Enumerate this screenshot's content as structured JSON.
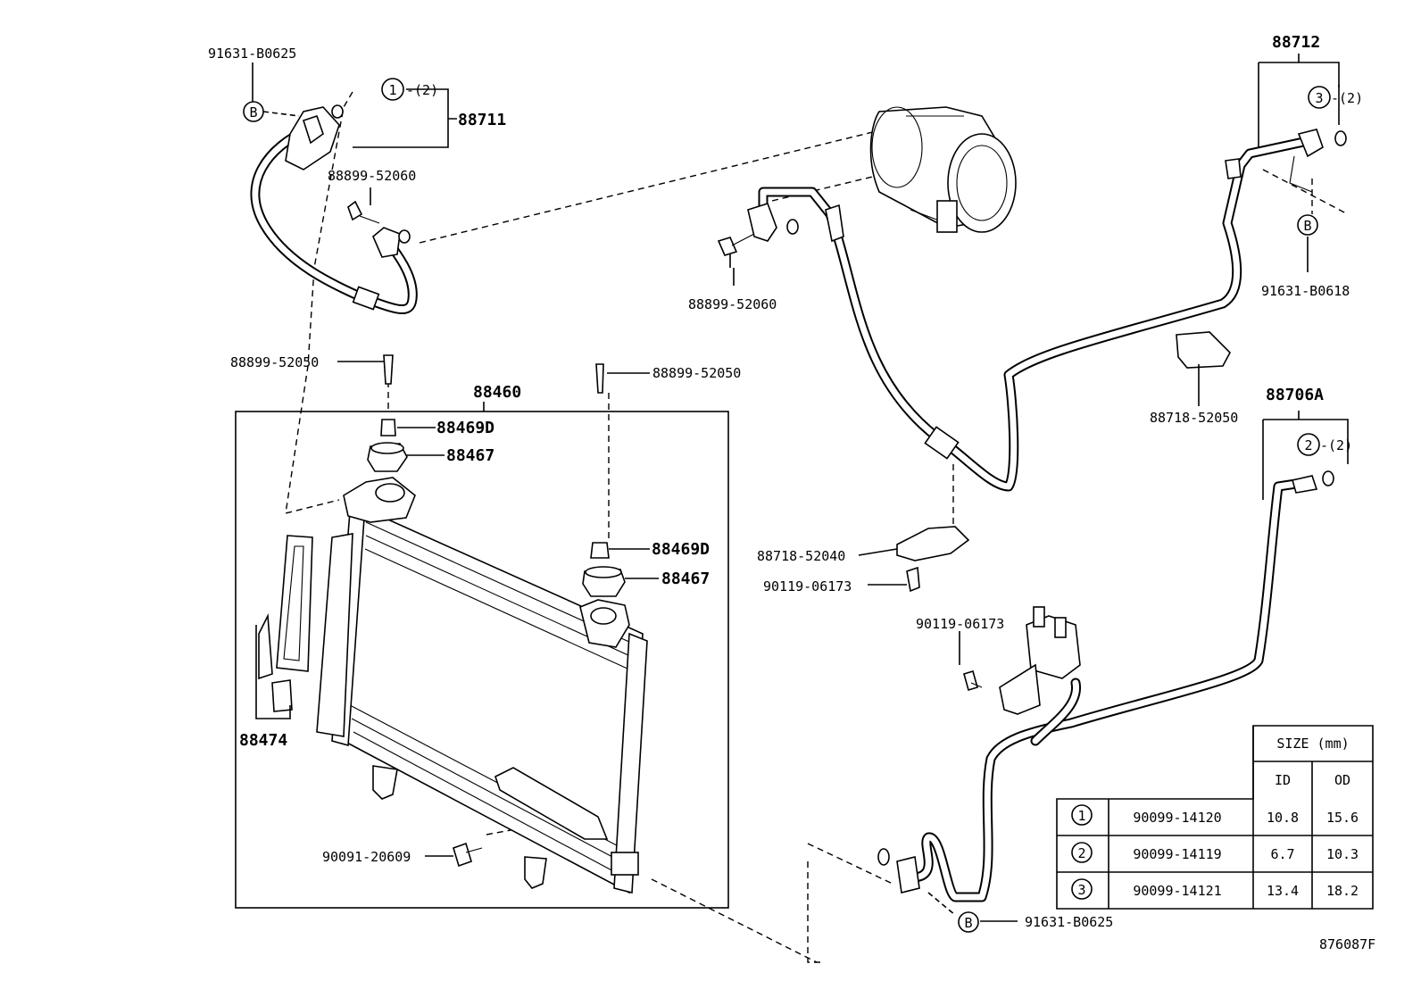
{
  "labels": {
    "p91631_b0625_top": "91631-B0625",
    "p88711": "88711",
    "p88899_52060_left": "88899-52060",
    "p88899_52050_left": "88899-52050",
    "p88460": "88460",
    "p88469d_top": "88469D",
    "p88467_top": "88467",
    "p88899_52050_right": "88899-52050",
    "p88469d_right": "88469D",
    "p88467_right": "88467",
    "p88474": "88474",
    "p90091_20609": "90091-20609",
    "p88899_52060_mid": "88899-52060",
    "p88712": "88712",
    "p91631_b0618": "91631-B0618",
    "p88718_52050": "88718-52050",
    "p88706a": "88706A",
    "p88718_52040": "88718-52040",
    "p90119_06173_a": "90119-06173",
    "p90119_06173_b": "90119-06173",
    "p91631_b0625_bottom": "91631-B0625",
    "figure_code": "876087F"
  },
  "callouts": {
    "qty_2": "-(2)",
    "qty_2b": "(2)",
    "one": "1",
    "two": "2",
    "three": "3",
    "b": "B"
  },
  "size_table": {
    "header": "SIZE (mm)",
    "col_id": "ID",
    "col_od": "OD",
    "rows": [
      {
        "ref": "1",
        "part": "90099-14120",
        "id": "10.8",
        "od": "15.6"
      },
      {
        "ref": "2",
        "part": "90099-14119",
        "id": "6.7",
        "od": "10.3"
      },
      {
        "ref": "3",
        "part": "90099-14121",
        "id": "13.4",
        "od": "18.2"
      }
    ]
  }
}
